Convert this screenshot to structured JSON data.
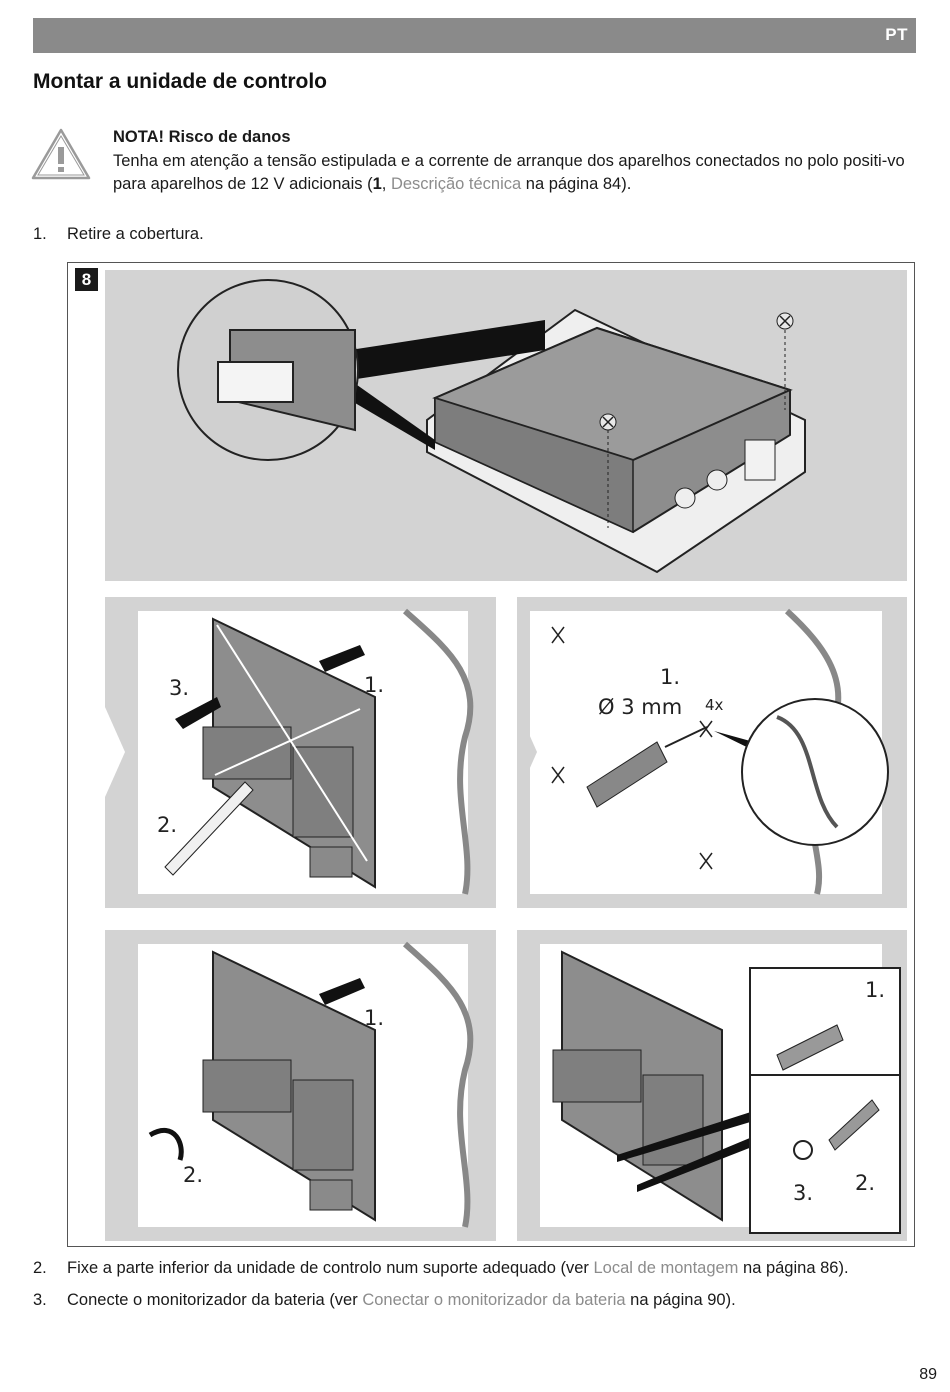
{
  "header": {
    "lang": "PT"
  },
  "section": {
    "title": "Montar a unidade de controlo"
  },
  "note": {
    "title": "NOTA! Risco de danos",
    "body_pre": "Tenha em atenção a tensão estipulada e a corrente de arranque dos aparelhos conectados no polo positi-vo para aparelhos de 12 V adicionais (",
    "ref_num": "1",
    "ref_sep": ", ",
    "ref_link": "Descrição técnica",
    "body_post": " na página 84)."
  },
  "steps": [
    {
      "num": "1.",
      "text": "Retire a cobertura."
    },
    {
      "num": "2.",
      "text_pre": "Fixe a parte inferior da unidade de controlo num suporte adequado (ver ",
      "link": "Local de montagem",
      "text_post": " na página 86)."
    },
    {
      "num": "3.",
      "text_pre": "Conecte o monitorizador da bateria (ver ",
      "link": "Conectar o monitorizador da bateria",
      "text_post": " na página 90)."
    }
  ],
  "figure": {
    "label": "8",
    "panel_a": {
      "l1": "1.",
      "l2": "2.",
      "l3": "3."
    },
    "panel_b": {
      "l1": "1.",
      "diameter": "Ø 3 mm",
      "count": "4x"
    },
    "panel_c": {
      "l1": "1.",
      "l2": "2."
    },
    "panel_d": {
      "l1": "1.",
      "l2": "2.",
      "l3": "3."
    }
  },
  "page_number": "89",
  "colors": {
    "header_bar": "#8a8a8a",
    "panel_bg": "#d3d3d3",
    "link": "#8c8c8c"
  }
}
